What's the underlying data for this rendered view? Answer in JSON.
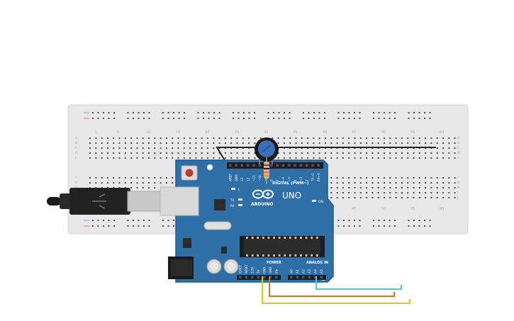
{
  "breadboard": {
    "column_numbers_top": [
      "1",
      "5",
      "10",
      "15",
      "20",
      "25",
      "30",
      "35",
      "40",
      "45",
      "50",
      "55",
      "60"
    ],
    "column_numbers_bottom": [
      "45",
      "50",
      "55",
      "60"
    ],
    "row_letters_top": [
      "A",
      "B",
      "C",
      "D",
      "E"
    ],
    "row_letters_bottom": [
      "F",
      "G",
      "H",
      "I",
      "J"
    ],
    "colors": {
      "body": "#e8e8e8",
      "hole": "#4a4a4a",
      "rail_red": "#e57373",
      "rail_blue": "#7f9cc8"
    }
  },
  "arduino": {
    "brand": "ARDUINO",
    "model": "UNO",
    "digital_header_label": "DIGITAL (PWM~)",
    "digital_pins": [
      "AREF",
      "GND",
      "13",
      "12",
      "~11",
      "~10",
      "~9",
      "8",
      "7",
      "~6",
      "~5",
      "4",
      "~3",
      "2",
      "TX→1",
      "RX←0"
    ],
    "power_label": "POWER",
    "analog_label": "ANALOG IN",
    "power_pins": [
      "IOREF",
      "RESET",
      "3.3V",
      "5V",
      "GND",
      "GND",
      "Vin"
    ],
    "analog_pins": [
      "A0",
      "A1",
      "A2",
      "A3",
      "A4",
      "A5"
    ],
    "led_labels": [
      "L",
      "TX",
      "RX"
    ],
    "on_label": "ON",
    "colors": {
      "board": "#2f6fa7",
      "board_edge": "#1f5a8f",
      "chip": "#2b2b2b",
      "header": "#1e1e1e"
    }
  },
  "wires": {
    "colors": {
      "gnd": "#c87820",
      "power": "#e6c21c",
      "signal": "#5fc4c8",
      "jumper": "#222222"
    }
  }
}
